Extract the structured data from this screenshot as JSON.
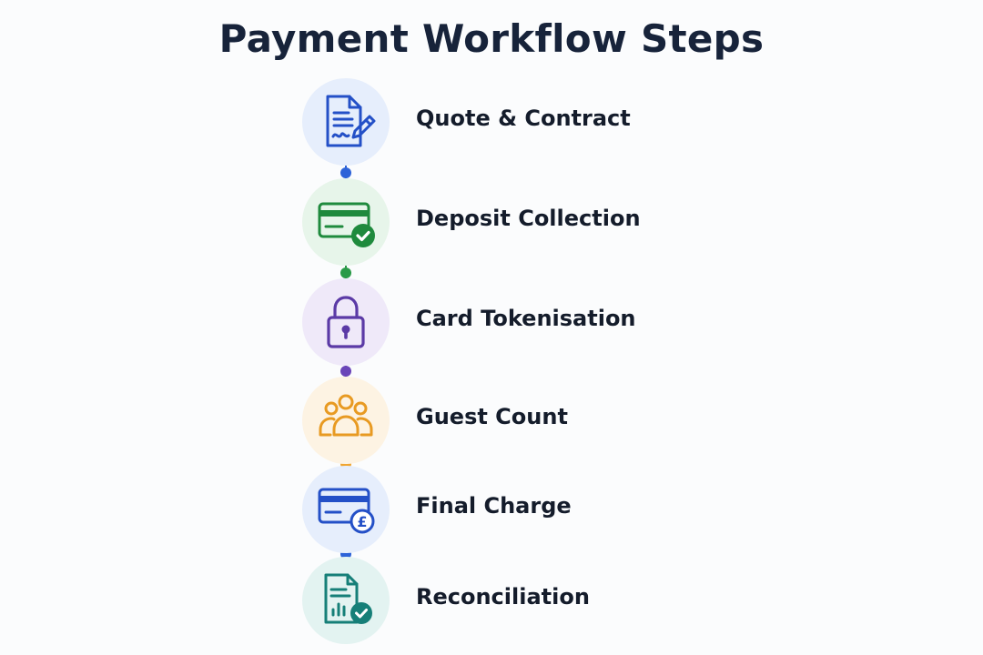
{
  "title": "Payment Workflow Steps",
  "steps": [
    {
      "label": "Quote & Contract",
      "icon": "contract-document-pen-icon",
      "color": "#2450c7",
      "bg": "#e6eefc"
    },
    {
      "label": "Deposit Collection",
      "icon": "credit-card-check-icon",
      "color": "#1f8a3d",
      "bg": "#e7f5ea"
    },
    {
      "label": "Card Tokenisation",
      "icon": "padlock-icon",
      "color": "#5b3aa6",
      "bg": "#efe9f9"
    },
    {
      "label": "Guest Count",
      "icon": "people-group-icon",
      "color": "#e89a22",
      "bg": "#fdf3e3"
    },
    {
      "label": "Final Charge",
      "icon": "card-pound-icon",
      "color": "#2450c7",
      "bg": "#e6eefc"
    },
    {
      "label": "Reconciliation",
      "icon": "report-chart-check-icon",
      "color": "#167f78",
      "bg": "#e3f3f1"
    }
  ],
  "connector_colors": [
    "#2d63d8",
    "#2a9a48",
    "#6a45b8",
    "#f0a531",
    "#2d63d8"
  ]
}
